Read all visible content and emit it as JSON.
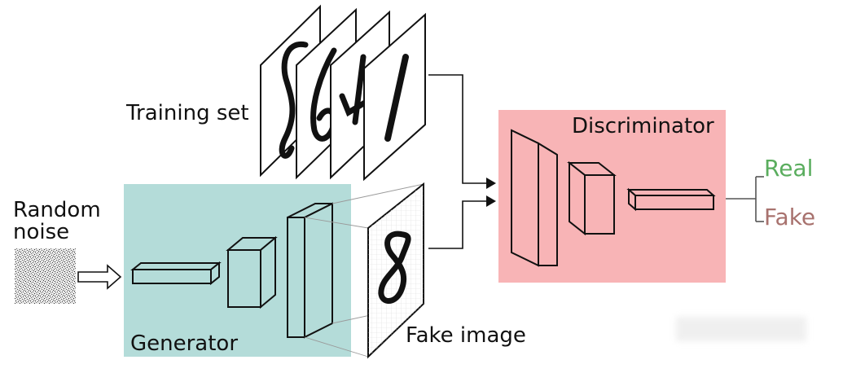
{
  "labels": {
    "training_set": "Training set",
    "random_noise_line1": "Random",
    "random_noise_line2": "noise",
    "generator": "Generator",
    "fake_image": "Fake image",
    "discriminator": "Discriminator",
    "real": "Real",
    "fake": "Fake"
  },
  "colors": {
    "generator_bg": "#b4dcd9",
    "discriminator_bg": "#f8b4b6",
    "real_text": "#5aad5e",
    "fake_text": "#a8726e",
    "stroke": "#111111"
  },
  "icons": {
    "noise": "noise-texture-icon",
    "input_arrow": "hollow-arrow-icon"
  }
}
